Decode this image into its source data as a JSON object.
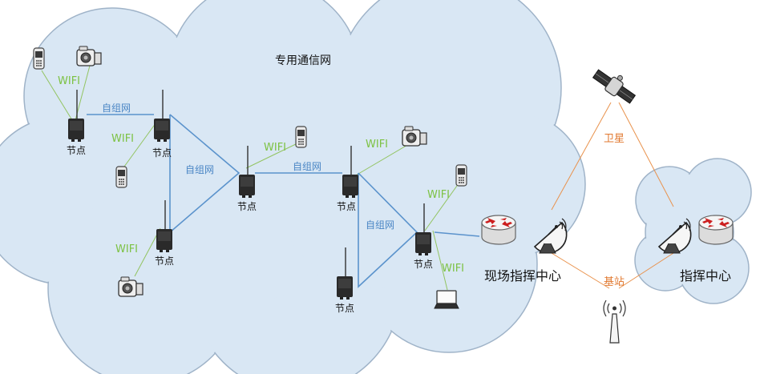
{
  "title": "专用通信网",
  "node_label": "节点",
  "wifi_label": "WIFI",
  "mesh_label": "自组网",
  "satellite_label": "卫星",
  "base_station_label": "基站",
  "field_command_label": "现场指挥中心",
  "command_center_label": "指挥中心",
  "colors": {
    "cloud_fill": "#d9e7f4",
    "cloud_stroke": "#9fb3c8",
    "wifi_line": "#92c461",
    "mesh_line": "#5b93cc",
    "link_line": "#e9924c",
    "router_red": "#c0392b",
    "device_dark": "#2e2e2e"
  },
  "icons": [
    "mobile-phone-icon",
    "camcorder-icon",
    "laptop-icon",
    "radio-node-icon",
    "router-icon",
    "satellite-dish-icon",
    "satellite-icon",
    "base-station-tower-icon"
  ]
}
